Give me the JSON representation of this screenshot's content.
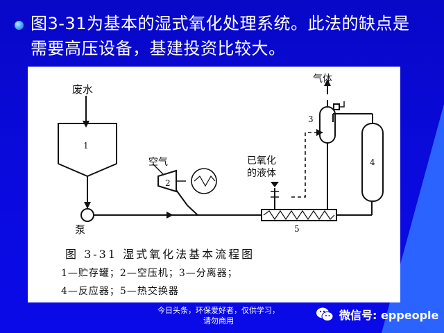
{
  "slide": {
    "title": "图3-31为基本的湿式氧化处理系统。此法的缺点是需要高压设备，基建投资比较大。"
  },
  "figure": {
    "labels": {
      "wastewater": "废水",
      "air": "空气",
      "gas": "气体",
      "oxidized_liquid": [
        "已氧化",
        "的液体"
      ],
      "pump": "泵",
      "n1": "1",
      "n2": "2",
      "n3": "3",
      "n4": "4",
      "n5": "5"
    },
    "caption": {
      "title": "图 3-31 湿式氧化法基本流程图",
      "legend_line1": "1—贮存罐；2—空压机；3—分离器；",
      "legend_line2": "4—反应器；5—热交换器"
    }
  },
  "footer": {
    "note_line1": "今日头条，环保爱好者，仅供学习，",
    "note_line2": "请勿商用",
    "wechat": "微信号: eppeople"
  },
  "colors": {
    "background": "#0a0ad8",
    "accent": "#2a63ff",
    "panel": "#ffffff"
  }
}
